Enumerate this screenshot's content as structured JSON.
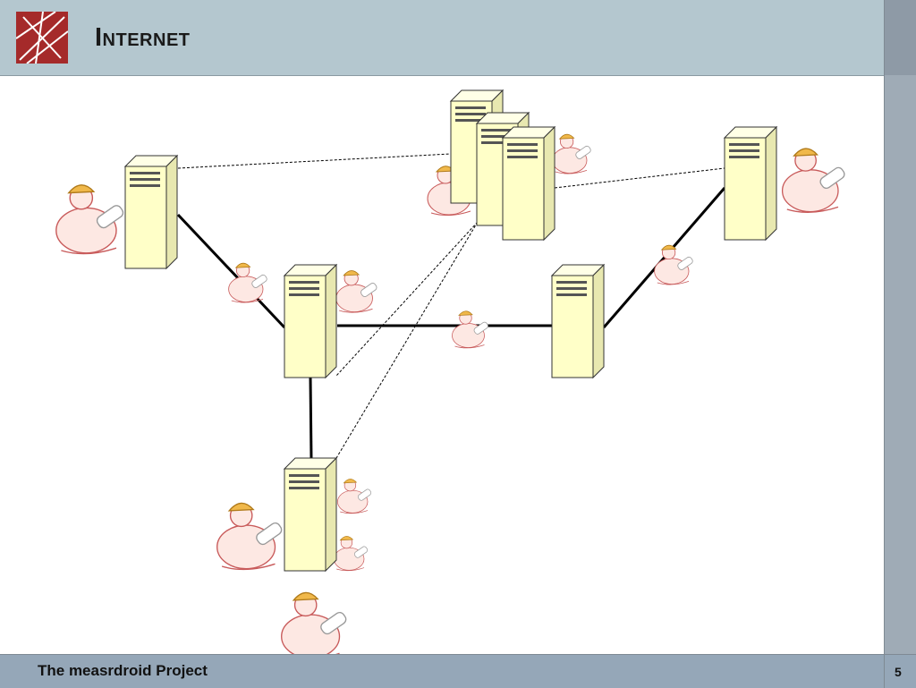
{
  "slide": {
    "title": "Internet",
    "footer": "The measrdroid Project",
    "page_number": "5"
  },
  "colors": {
    "header_bg": "#b4c7cf",
    "sidebar_bg": "#9fabb6",
    "footer_bg": "#95a7b8",
    "logo_red": "#a52a2a",
    "server_fill": "#ffffc8"
  },
  "icons": {
    "logo": "red-square-crossed-lines-logo",
    "server": "server-tower-icon",
    "engineer": "engineer-with-blueprints-clipart"
  }
}
